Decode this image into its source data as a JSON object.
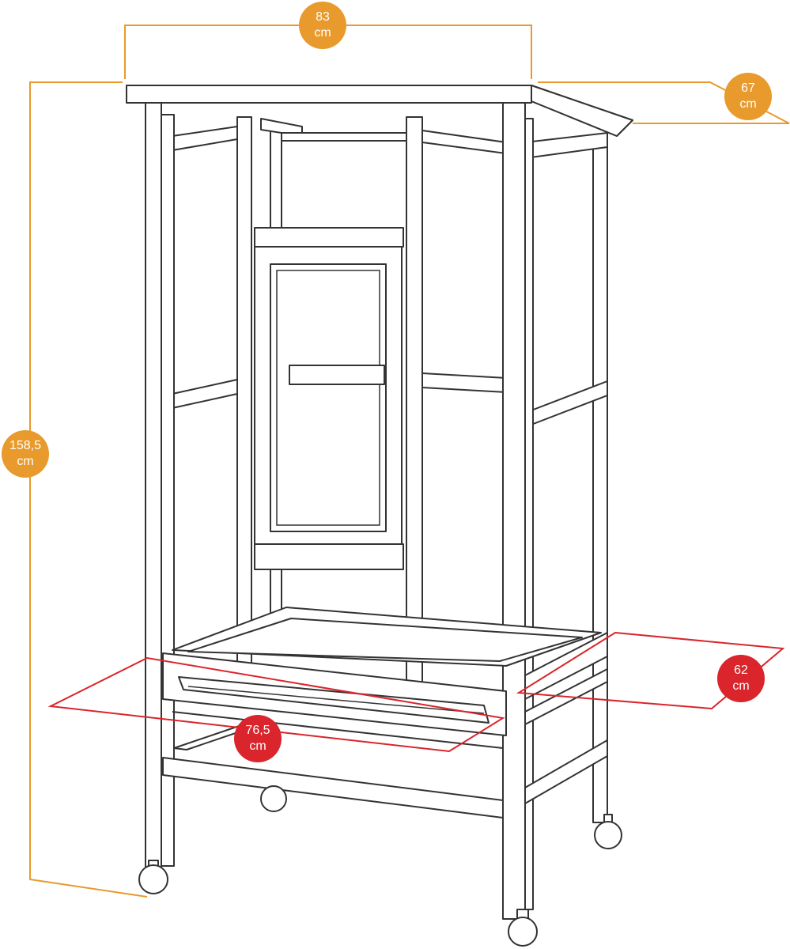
{
  "colors": {
    "outline": "#333333",
    "overall_dimension": "#E89A2C",
    "base_dimension": "#D9252B",
    "badge_text": "#FFFFFF",
    "background": "#FFFFFF"
  },
  "dimensions": {
    "width": {
      "value": "83",
      "unit": "cm"
    },
    "depth": {
      "value": "67",
      "unit": "cm"
    },
    "height": {
      "value": "158,5",
      "unit": "cm"
    },
    "base_width": {
      "value": "76,5",
      "unit": "cm"
    },
    "base_depth": {
      "value": "62",
      "unit": "cm"
    }
  },
  "icons": {
    "cage": "bird-cage-outline",
    "wheel": "caster-wheel-icon"
  }
}
